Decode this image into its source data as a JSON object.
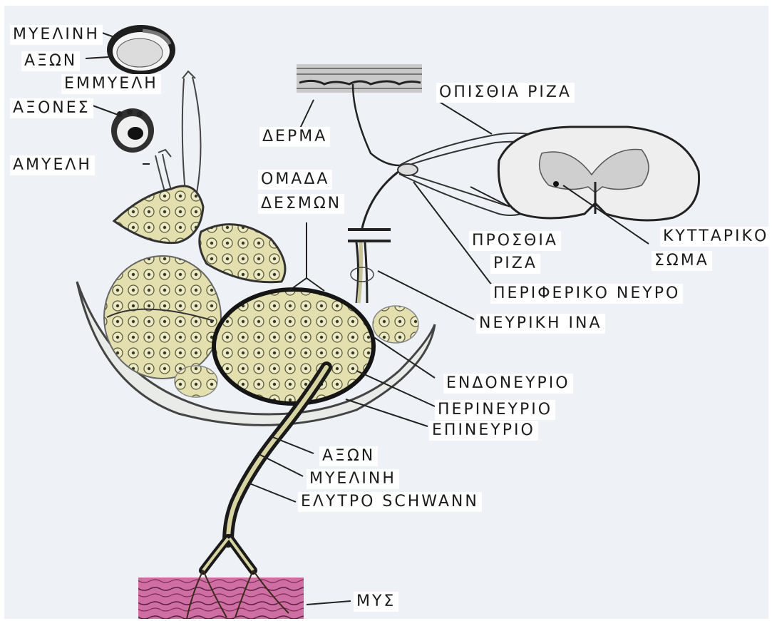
{
  "colors": {
    "paper": "#eef2f6",
    "ink": "#1b1b1b",
    "fascicle_fill": "#e3dfae",
    "muscle": "#c95a96",
    "skin": "#8d8d8d",
    "cord": "#eeeeee"
  },
  "labels": {
    "myelin_top": "ΜΥΕΛΙΝΗ",
    "axon_top": "ΑΞΩΝ",
    "myelinated": "ΕΜΜΥΕΛΗ",
    "axons": "ΑΞΟΝΕΣ",
    "unmyelinated": "ΑΜΥΕΛΗ",
    "skin": "ΔΕΡΜΑ",
    "posterior_root": "ΟΠΙΣΘΙΑ ΡΙΖΑ",
    "fascicle_group_1": "ΟΜΑΔΑ",
    "fascicle_group_2": "ΔΕΣΜΩΝ",
    "anterior_root_1": "ΠΡΟΣΘΙΑ",
    "anterior_root_2": "ΡΙΖΑ",
    "cell_body_1": "ΚΥΤΤΑΡΙΚΟ",
    "cell_body_2": "ΣΩΜΑ",
    "peripheral_nerve": "ΠΕΡΙΦΕΡΙΚΟ ΝΕΥΡΟ",
    "nerve_fiber": "ΝΕΥΡΙΚΗ ΙΝΑ",
    "endoneurium": "ΕΝΔΟΝΕΥΡΙΟ",
    "perineurium": "ΠΕΡΙΝΕΥΡΙΟ",
    "epineurium": "ΕΠΙΝΕΥΡΙΟ",
    "axon_fiber": "ΑΞΩΝ",
    "myelin_fiber": "ΜΥΕΛΙΝΗ",
    "schwann_sheath": "ΕΛΥΤΡΟ SCHWANN",
    "muscle": "ΜΥΣ"
  }
}
